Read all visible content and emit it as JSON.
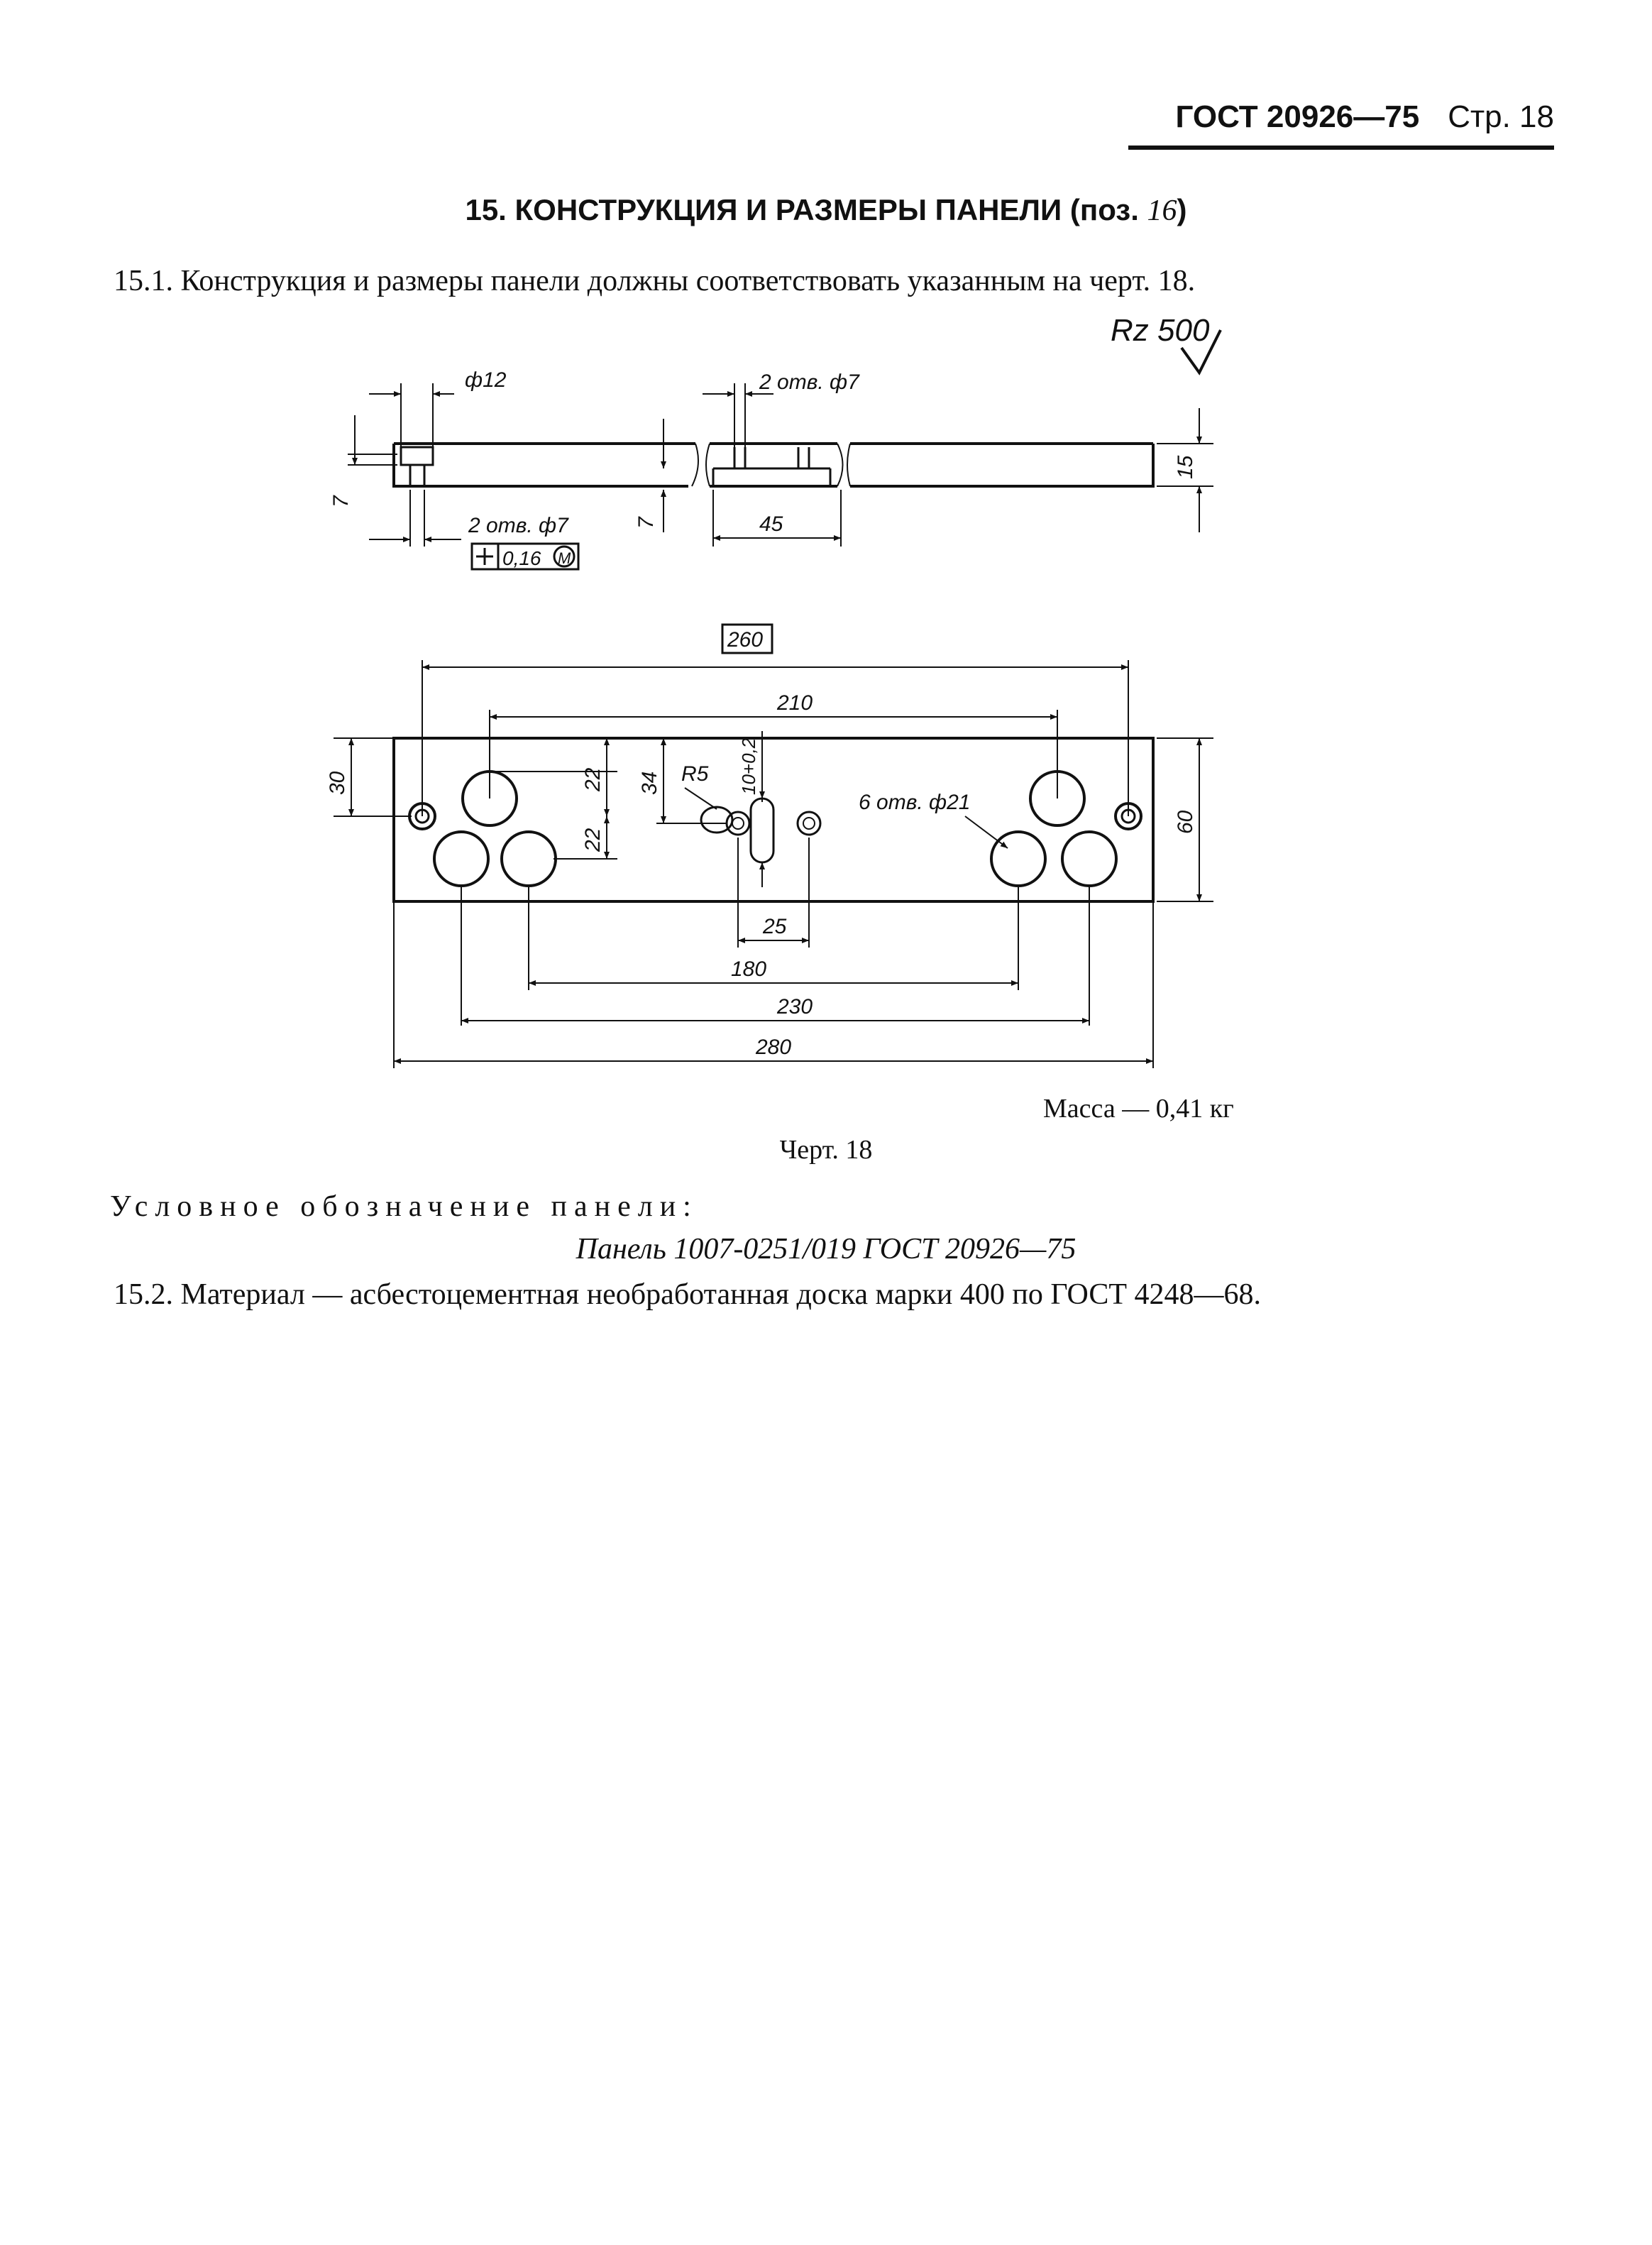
{
  "header": {
    "standard": "ГОСТ 20926—75",
    "page": "Стр. 18"
  },
  "section": {
    "title": "15. КОНСТРУКЦИЯ И РАЗМЕРЫ ПАНЕЛИ (поз.",
    "pos": "16",
    "close": ")"
  },
  "paragraphs": {
    "p15_1": "15.1. Конструкция и размеры панели должны соответствовать указанным на черт. 18.",
    "designation_label": "Условное обозначение панели:",
    "designation_value": "Панель 1007-0251/019 ГОСТ 20926—75",
    "p15_2": "15.2. Материал — асбестоцементная необработанная доска марки 400 по ГОСТ 4248—68."
  },
  "drawing": {
    "roughness": "Rz 500",
    "side_view": {
      "hole_dia": "ф12",
      "holes_note_top": "2 отв. ф7",
      "holes_note_bottom": "2 отв. ф7",
      "tolerance": "0,16",
      "tolerance_mod": "M",
      "depth_left": "7",
      "depth_mid": "7",
      "width_45": "45",
      "thickness": "15"
    },
    "plan_view": {
      "ref_length": "260",
      "dim_210": "210",
      "dim_30": "30",
      "dim_22a": "22",
      "dim_22b": "22",
      "dim_34": "34",
      "radius": "R5",
      "slot": "10+0,2",
      "holes_note": "6 отв. ф21",
      "height": "60",
      "dim_25": "25",
      "dim_180": "180",
      "dim_230": "230",
      "dim_280": "280"
    }
  },
  "mass_note": "Масса — 0,41 кг",
  "figure_caption": "Черт. 18"
}
